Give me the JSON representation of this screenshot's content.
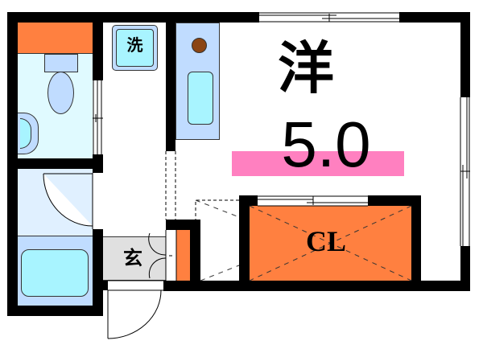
{
  "floorplan": {
    "type": "1R apartment floor plan",
    "rooms": [
      {
        "id": "western-room",
        "label": "洋",
        "size": "5.0",
        "unit_hint": "jo"
      },
      {
        "id": "closet",
        "label": "CL"
      },
      {
        "id": "entrance",
        "label": "玄"
      },
      {
        "id": "washing-machine-area",
        "label": "洗"
      },
      {
        "id": "toilet",
        "label": ""
      },
      {
        "id": "washroom",
        "label": ""
      },
      {
        "id": "bathroom",
        "label": ""
      },
      {
        "id": "kitchen",
        "label": ""
      }
    ],
    "colors": {
      "wall": "#000000",
      "orange_storage": "#FF8040",
      "light_blue_floor": "#E0FAFF",
      "bath_blue": "#C0DCFF",
      "fixture_cyan": "#A8F4FF",
      "entrance_gray": "#E0E0E0",
      "size_highlight_pink": "#FF80C0",
      "stove_brown": "#8B4513"
    }
  }
}
